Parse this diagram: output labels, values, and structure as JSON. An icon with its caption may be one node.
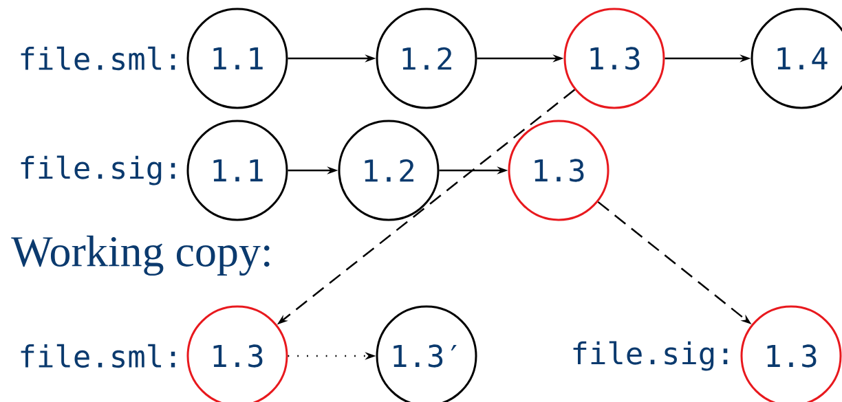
{
  "diagram": {
    "nodes": [
      {
        "text": [
          "1.1"
        ]
      },
      {
        "text": [
          "1.2"
        ]
      },
      {
        "text": [
          "1.3"
        ]
      },
      {
        "text": [
          "1.4"
        ]
      },
      {
        "text": [
          "1.1"
        ]
      },
      {
        "text": [
          "1.2"
        ]
      },
      {
        "text": [
          "1.3"
        ]
      },
      {
        "text": [
          "1.3"
        ]
      },
      {
        "text": [
          "1.3′"
        ]
      },
      {
        "text": [
          "1.3"
        ]
      }
    ],
    "edges": [
      {
        "from": 0,
        "to": 1,
        "arrow": "to"
      },
      {
        "from": 1,
        "to": 2,
        "arrow": "to"
      },
      {
        "from": 2,
        "to": 3,
        "arrow": "to"
      },
      {
        "from": 4,
        "to": 5,
        "arrow": "to"
      },
      {
        "from": 5,
        "to": 6,
        "arrow": "to"
      },
      {
        "from": 2,
        "to": 7,
        "arrow": "to",
        "style": "dashed"
      },
      {
        "from": 6,
        "to": 9,
        "arrow": "to",
        "style": "dashed"
      },
      {
        "from": 7,
        "to": 8,
        "arrow": "to",
        "style": "dashed"
      }
    ],
    "labels": [
      "file.sml:",
      "file.sig:",
      "Working copy:",
      "file.sml:",
      "file.sig:"
    ]
  }
}
